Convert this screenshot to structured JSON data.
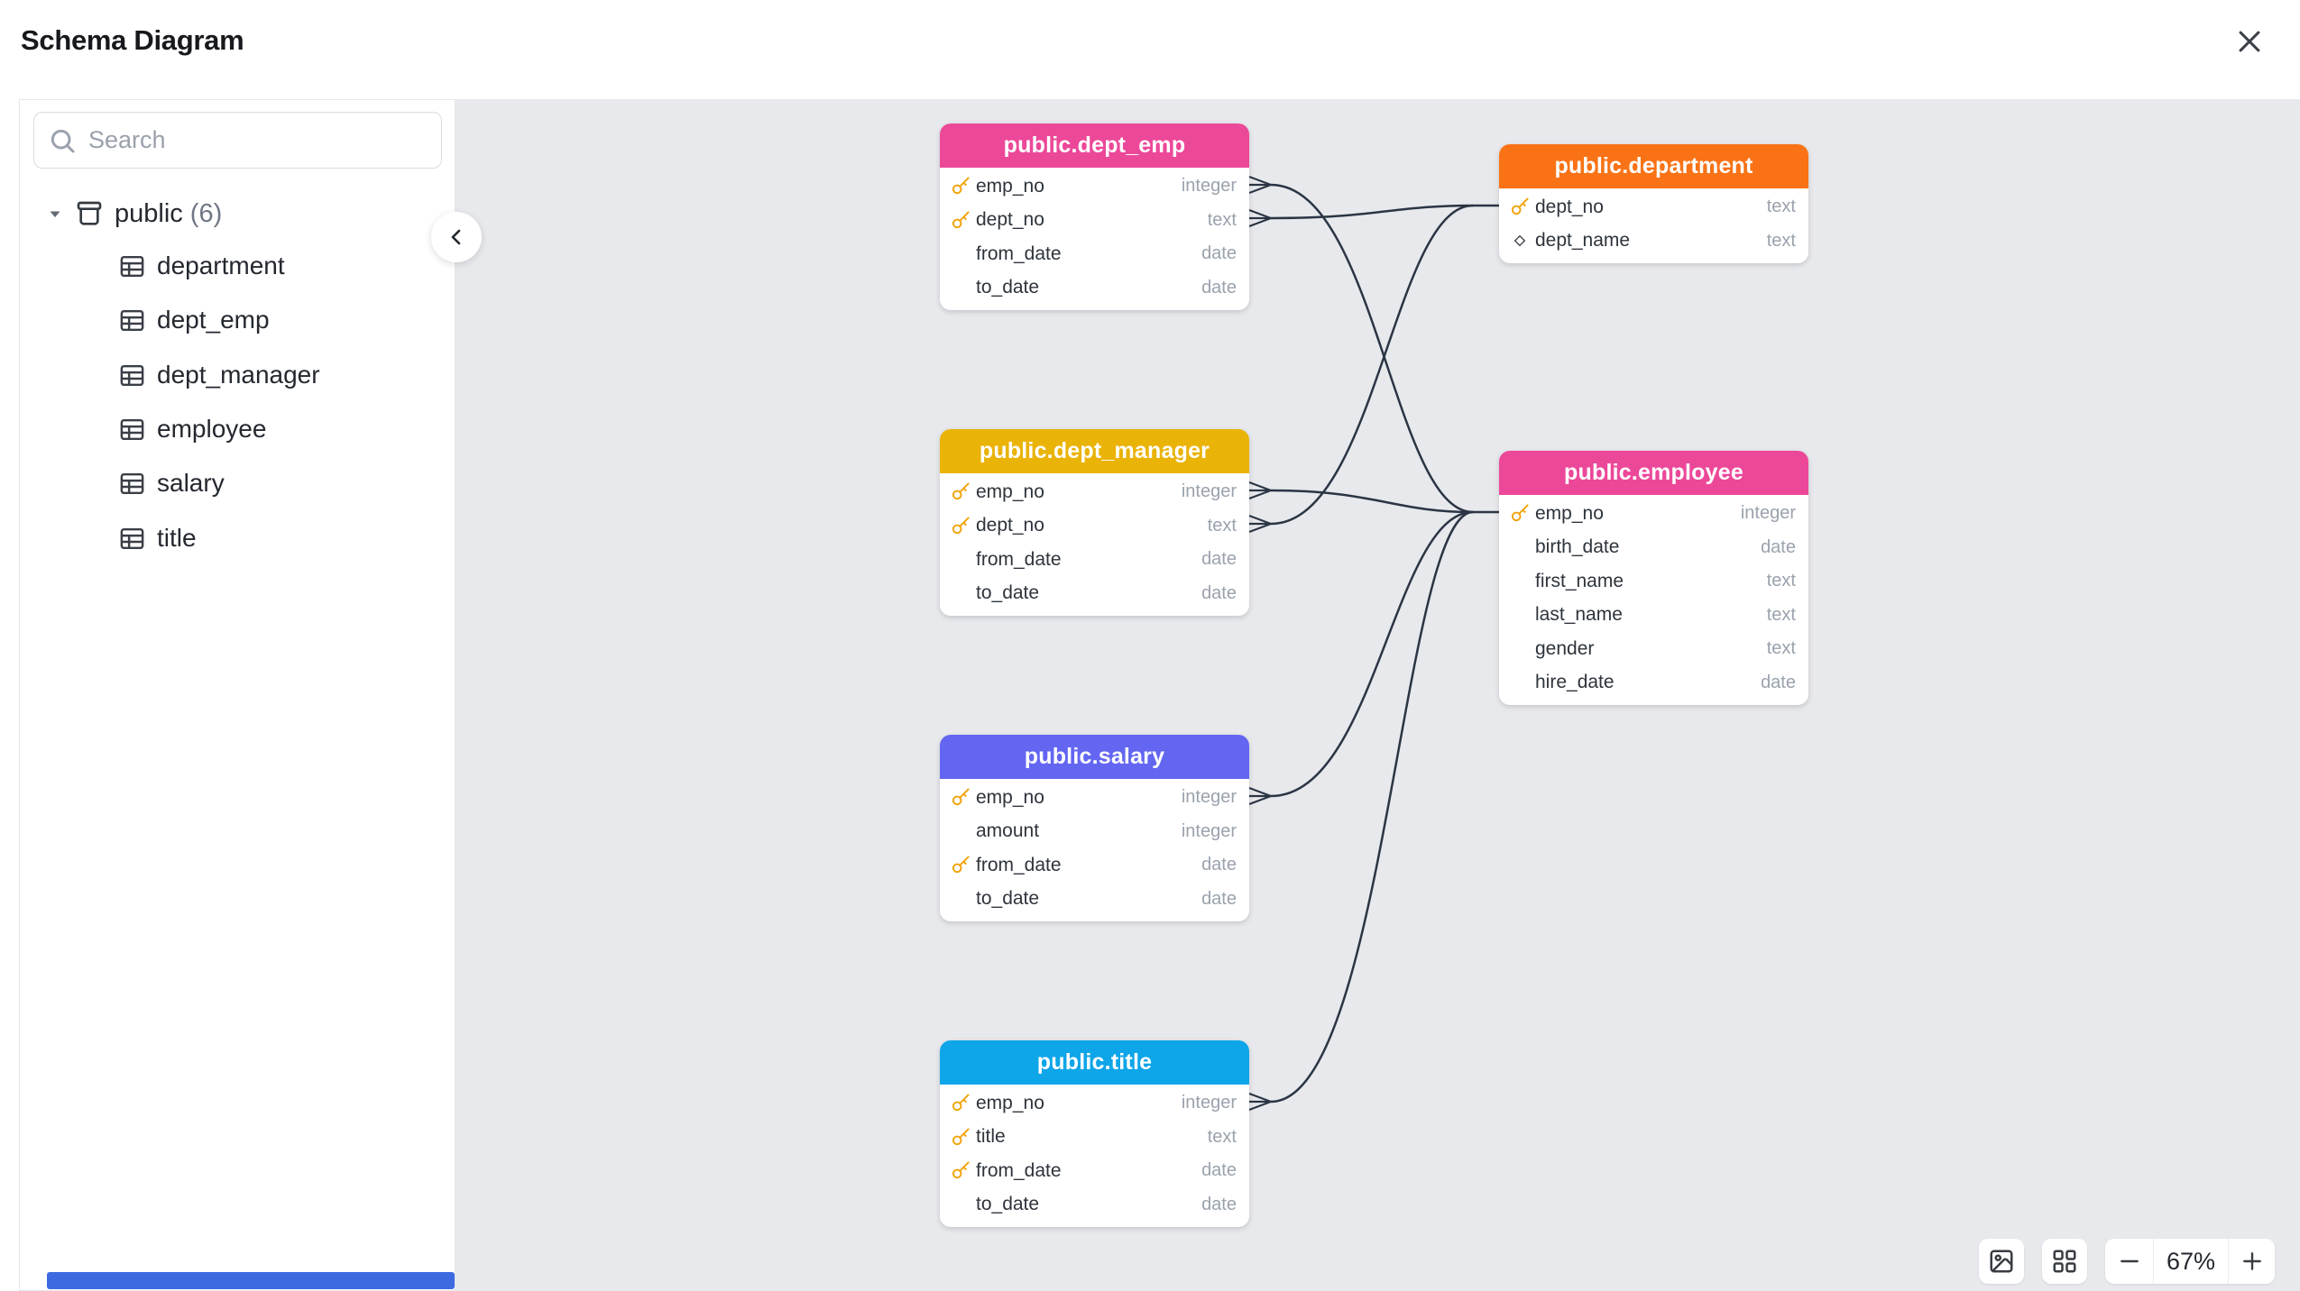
{
  "window": {
    "title": "Schema Diagram"
  },
  "sidebar": {
    "search_placeholder": "Search",
    "tree": {
      "schema_label": "public",
      "schema_count": "(6)",
      "items": [
        "department",
        "dept_emp",
        "dept_manager",
        "employee",
        "salary",
        "title"
      ]
    }
  },
  "canvas": {
    "tables": [
      {
        "title": "public.dept_emp",
        "color": "#ec4899",
        "columns": [
          {
            "name": "emp_no",
            "type": "integer",
            "icon": "key"
          },
          {
            "name": "dept_no",
            "type": "text",
            "icon": "key"
          },
          {
            "name": "from_date",
            "type": "date",
            "icon": "none"
          },
          {
            "name": "to_date",
            "type": "date",
            "icon": "none"
          }
        ]
      },
      {
        "title": "public.department",
        "color": "#f97316",
        "columns": [
          {
            "name": "dept_no",
            "type": "text",
            "icon": "key"
          },
          {
            "name": "dept_name",
            "type": "text",
            "icon": "diamond"
          }
        ]
      },
      {
        "title": "public.dept_manager",
        "color": "#eab308",
        "columns": [
          {
            "name": "emp_no",
            "type": "integer",
            "icon": "key"
          },
          {
            "name": "dept_no",
            "type": "text",
            "icon": "key"
          },
          {
            "name": "from_date",
            "type": "date",
            "icon": "none"
          },
          {
            "name": "to_date",
            "type": "date",
            "icon": "none"
          }
        ]
      },
      {
        "title": "public.employee",
        "color": "#ec4899",
        "columns": [
          {
            "name": "emp_no",
            "type": "integer",
            "icon": "key"
          },
          {
            "name": "birth_date",
            "type": "date",
            "icon": "none"
          },
          {
            "name": "first_name",
            "type": "text",
            "icon": "none"
          },
          {
            "name": "last_name",
            "type": "text",
            "icon": "none"
          },
          {
            "name": "gender",
            "type": "text",
            "icon": "none"
          },
          {
            "name": "hire_date",
            "type": "date",
            "icon": "none"
          }
        ]
      },
      {
        "title": "public.salary",
        "color": "#6366f1",
        "columns": [
          {
            "name": "emp_no",
            "type": "integer",
            "icon": "key"
          },
          {
            "name": "amount",
            "type": "integer",
            "icon": "none"
          },
          {
            "name": "from_date",
            "type": "date",
            "icon": "key"
          },
          {
            "name": "to_date",
            "type": "date",
            "icon": "none"
          }
        ]
      },
      {
        "title": "public.title",
        "color": "#0ea5e9",
        "columns": [
          {
            "name": "emp_no",
            "type": "integer",
            "icon": "key"
          },
          {
            "name": "title",
            "type": "text",
            "icon": "key"
          },
          {
            "name": "from_date",
            "type": "date",
            "icon": "key"
          },
          {
            "name": "to_date",
            "type": "date",
            "icon": "none"
          }
        ]
      }
    ],
    "edges": [
      {
        "from": "public.dept_emp.emp_no",
        "to": "public.employee.emp_no"
      },
      {
        "from": "public.dept_emp.dept_no",
        "to": "public.department.dept_no"
      },
      {
        "from": "public.dept_manager.emp_no",
        "to": "public.employee.emp_no"
      },
      {
        "from": "public.dept_manager.dept_no",
        "to": "public.department.dept_no"
      },
      {
        "from": "public.salary.emp_no",
        "to": "public.employee.emp_no"
      },
      {
        "from": "public.title.emp_no",
        "to": "public.employee.emp_no"
      }
    ]
  },
  "controls": {
    "zoom_level": "67%"
  },
  "colors": {
    "canvas_bg": "#e8e9ec",
    "edge": "#2b3544",
    "key_icon": "#f0a30a",
    "scrollbar_accent": "#3e6ae1"
  }
}
